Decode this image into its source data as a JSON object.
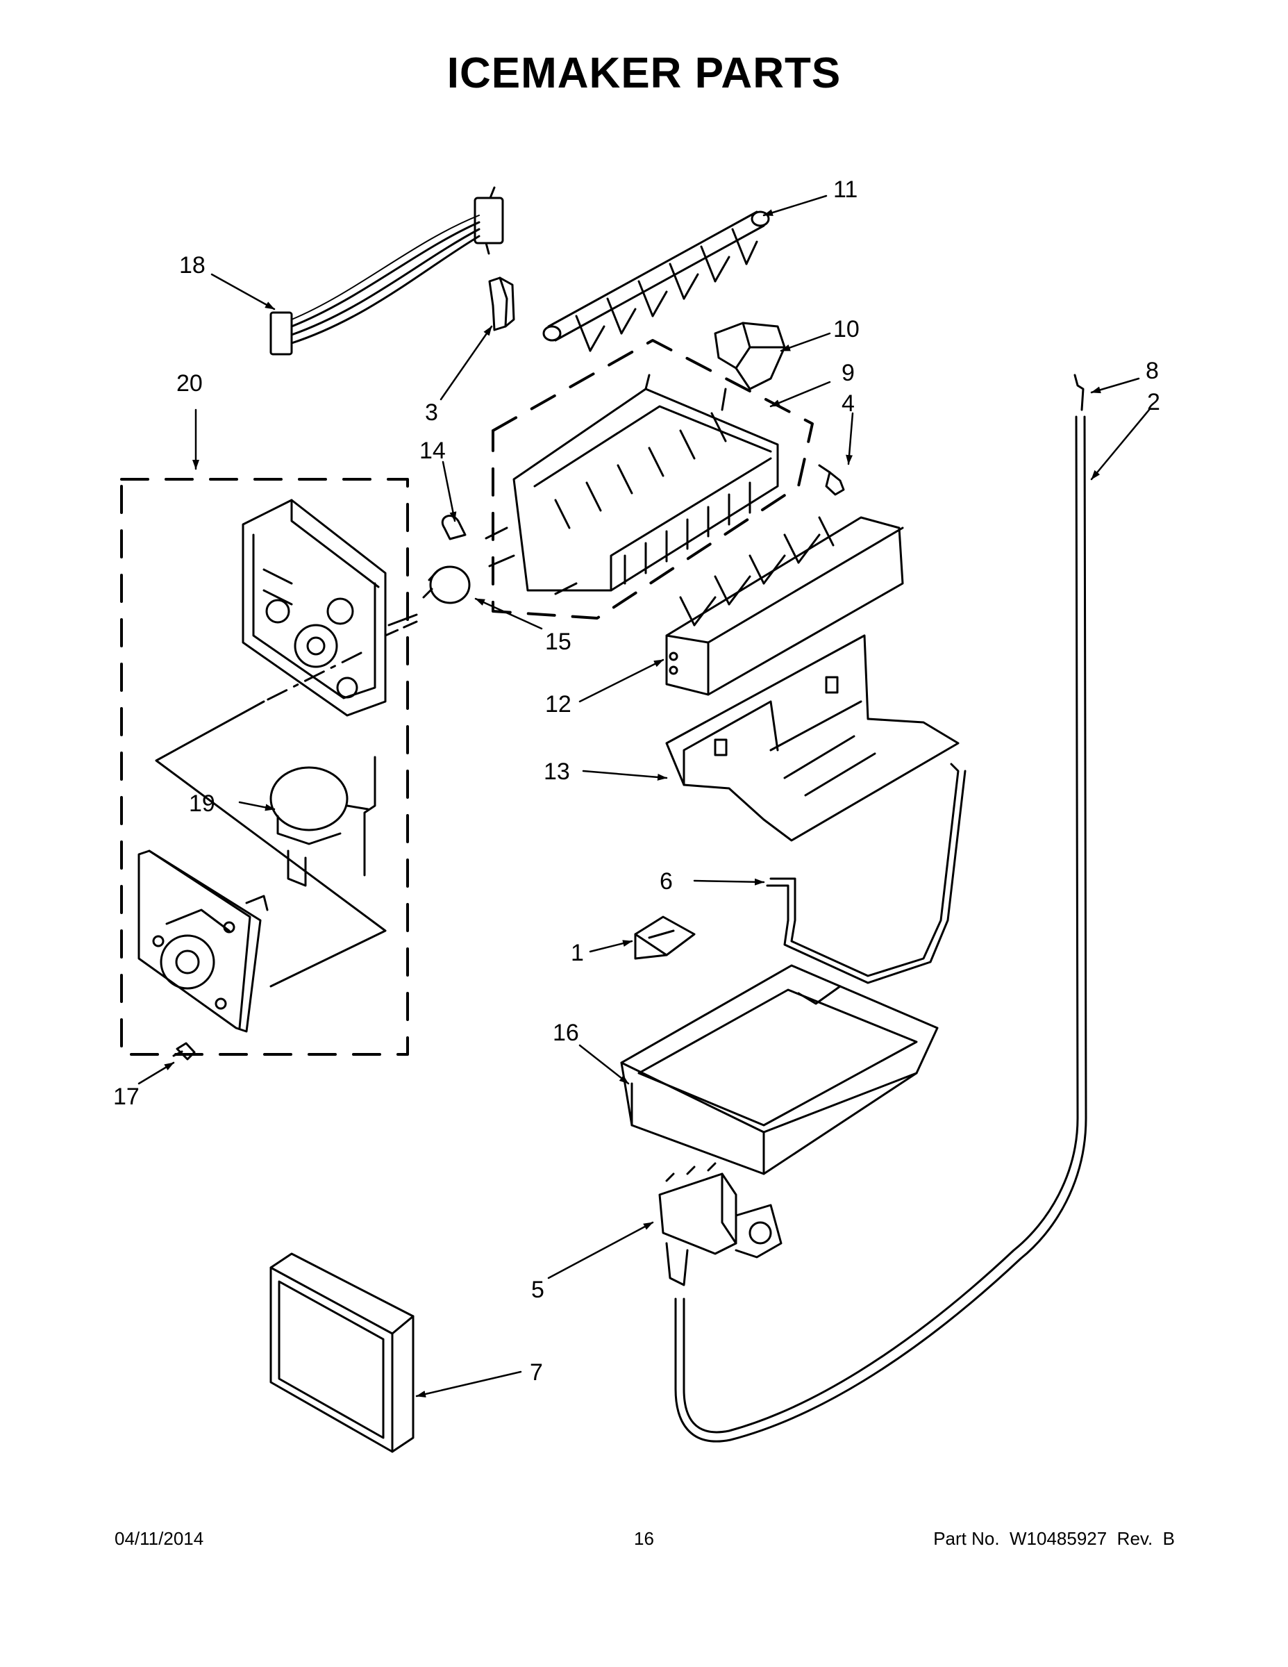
{
  "title": "ICEMAKER PARTS",
  "callouts": {
    "c1": "1",
    "c2": "2",
    "c3": "3",
    "c4": "4",
    "c5": "5",
    "c6": "6",
    "c7": "7",
    "c8": "8",
    "c9": "9",
    "c10": "10",
    "c11": "11",
    "c12": "12",
    "c13": "13",
    "c14": "14",
    "c15": "15",
    "c16": "16",
    "c17": "17",
    "c18": "18",
    "c19": "19",
    "c20": "20"
  },
  "footer": {
    "date": "04/11/2014",
    "page": "16",
    "part": "Part No.  W10485927  Rev.  B"
  }
}
